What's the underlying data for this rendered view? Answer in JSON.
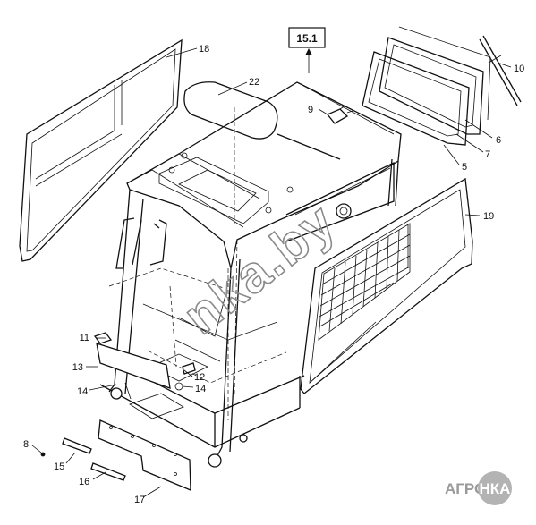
{
  "reference_box": "15.1",
  "parts": {
    "p5": "5",
    "p6": "6",
    "p7": "7",
    "p8": "8",
    "p9": "9",
    "p10": "10",
    "p11": "11",
    "p12": "12",
    "p13": "13",
    "p14a": "14",
    "p14b": "14",
    "p15": "15",
    "p16": "16",
    "p17": "17",
    "p18": "18",
    "p19": "19",
    "p22": "22"
  },
  "watermark": {
    "text": "nka.by",
    "color": "#8a8a8a"
  },
  "brand": {
    "left": "АГРО",
    "right": "НКА",
    "color": "#9a9a9a"
  }
}
